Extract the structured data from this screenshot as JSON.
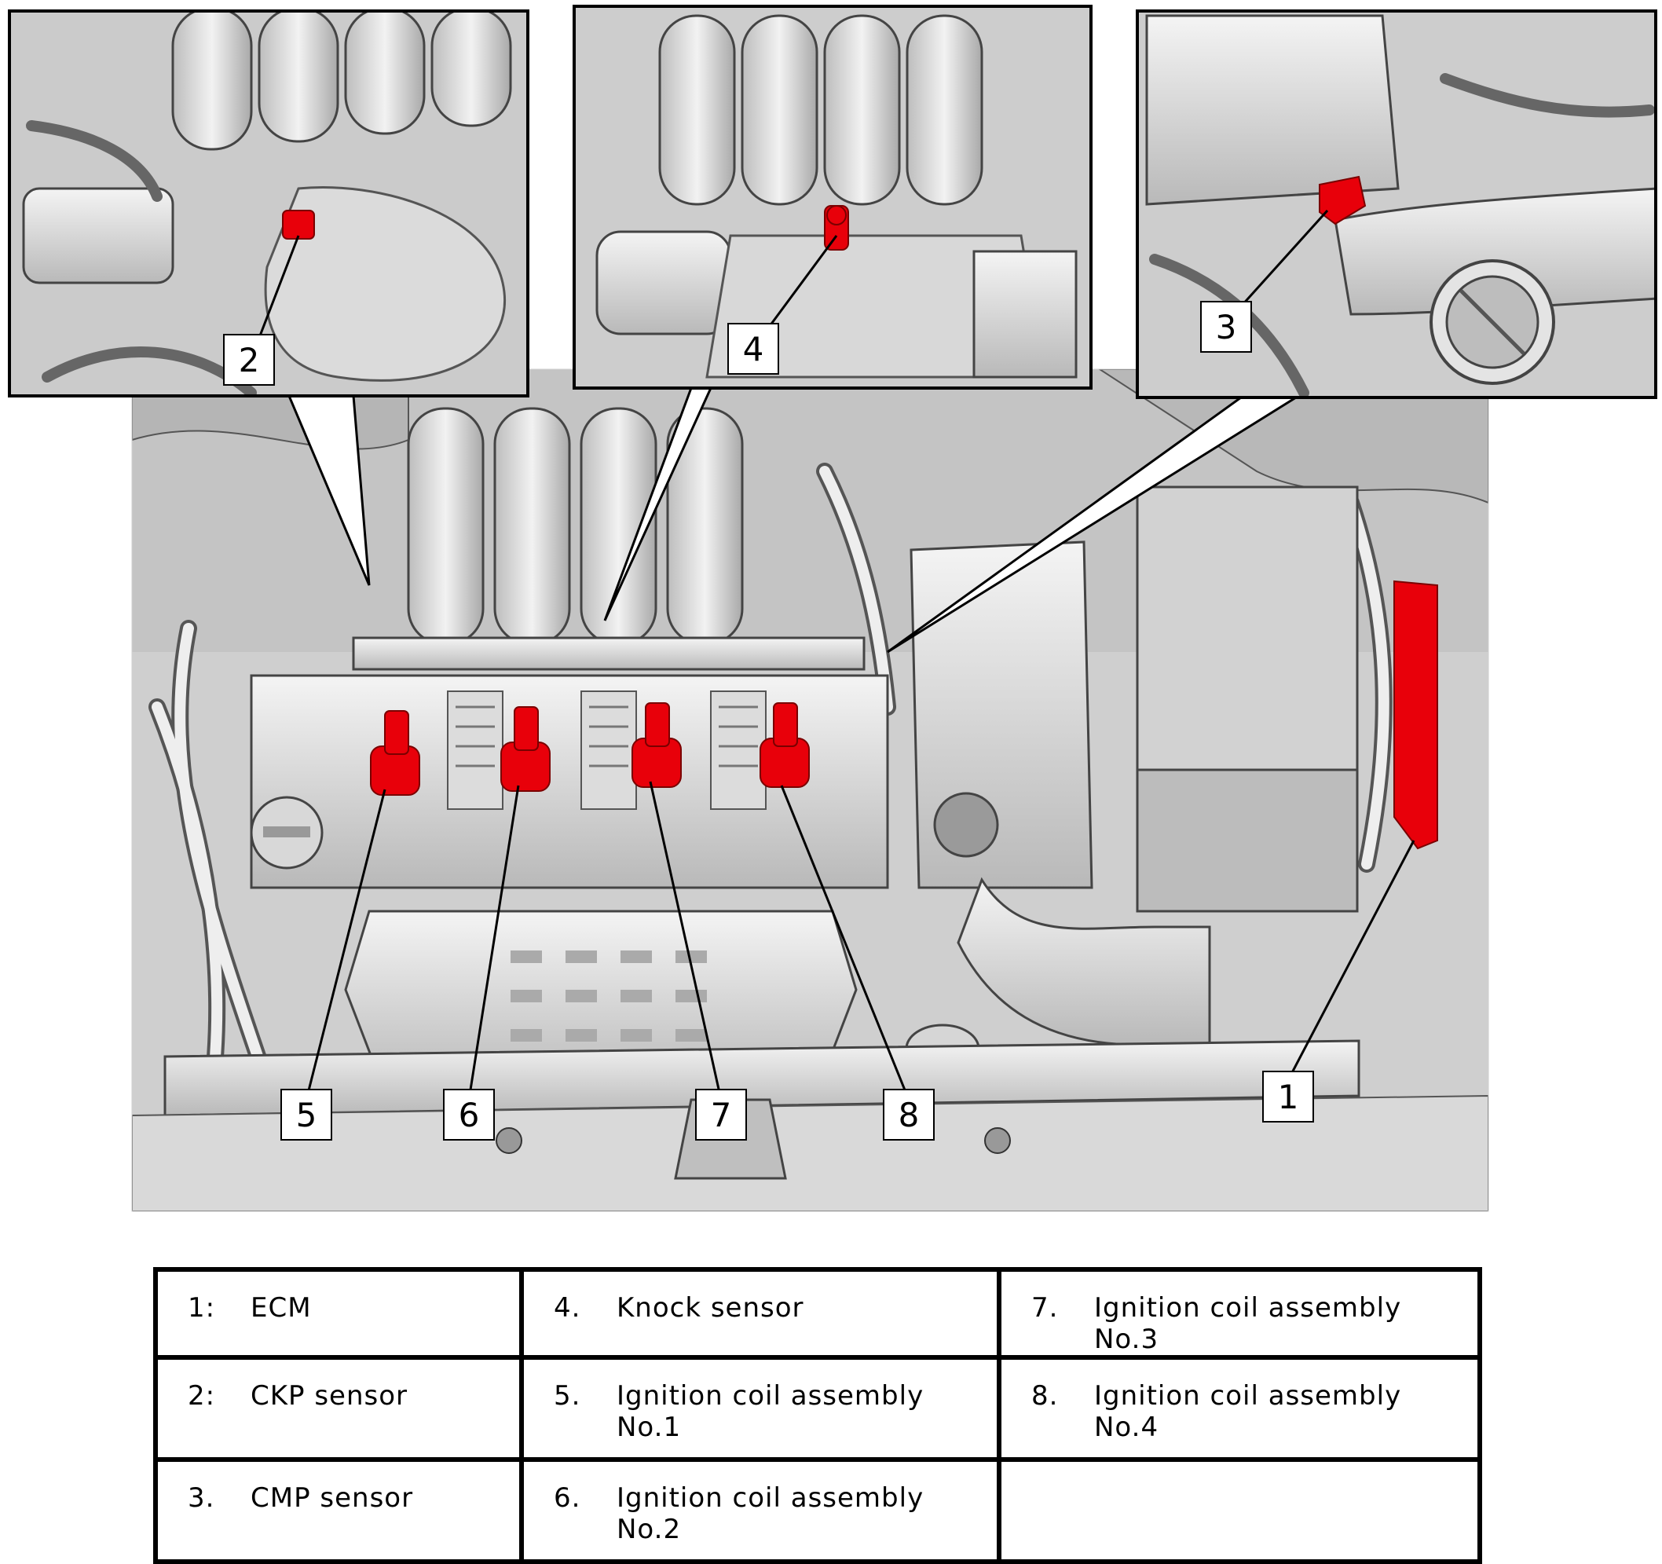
{
  "diagram": {
    "callouts": [
      {
        "id": "1",
        "label": "1"
      },
      {
        "id": "2",
        "label": "2"
      },
      {
        "id": "3",
        "label": "3"
      },
      {
        "id": "4",
        "label": "4"
      },
      {
        "id": "5",
        "label": "5"
      },
      {
        "id": "6",
        "label": "6"
      },
      {
        "id": "7",
        "label": "7"
      },
      {
        "id": "8",
        "label": "8"
      }
    ],
    "highlight_color": "#e8000a"
  },
  "legend": {
    "rows": [
      [
        {
          "num": "1:",
          "label": "ECM"
        },
        {
          "num": "4.",
          "label": "Knock sensor"
        },
        {
          "num": "7.",
          "label": "Ignition coil assembly No.3"
        }
      ],
      [
        {
          "num": "2:",
          "label": "CKP sensor"
        },
        {
          "num": "5.",
          "label": "Ignition coil assembly No.1"
        },
        {
          "num": "8.",
          "label": "Ignition coil assembly No.4"
        }
      ],
      [
        {
          "num": "3.",
          "label": "CMP sensor"
        },
        {
          "num": "6.",
          "label": "Ignition coil assembly No.2"
        },
        {
          "num": "",
          "label": ""
        }
      ]
    ]
  }
}
